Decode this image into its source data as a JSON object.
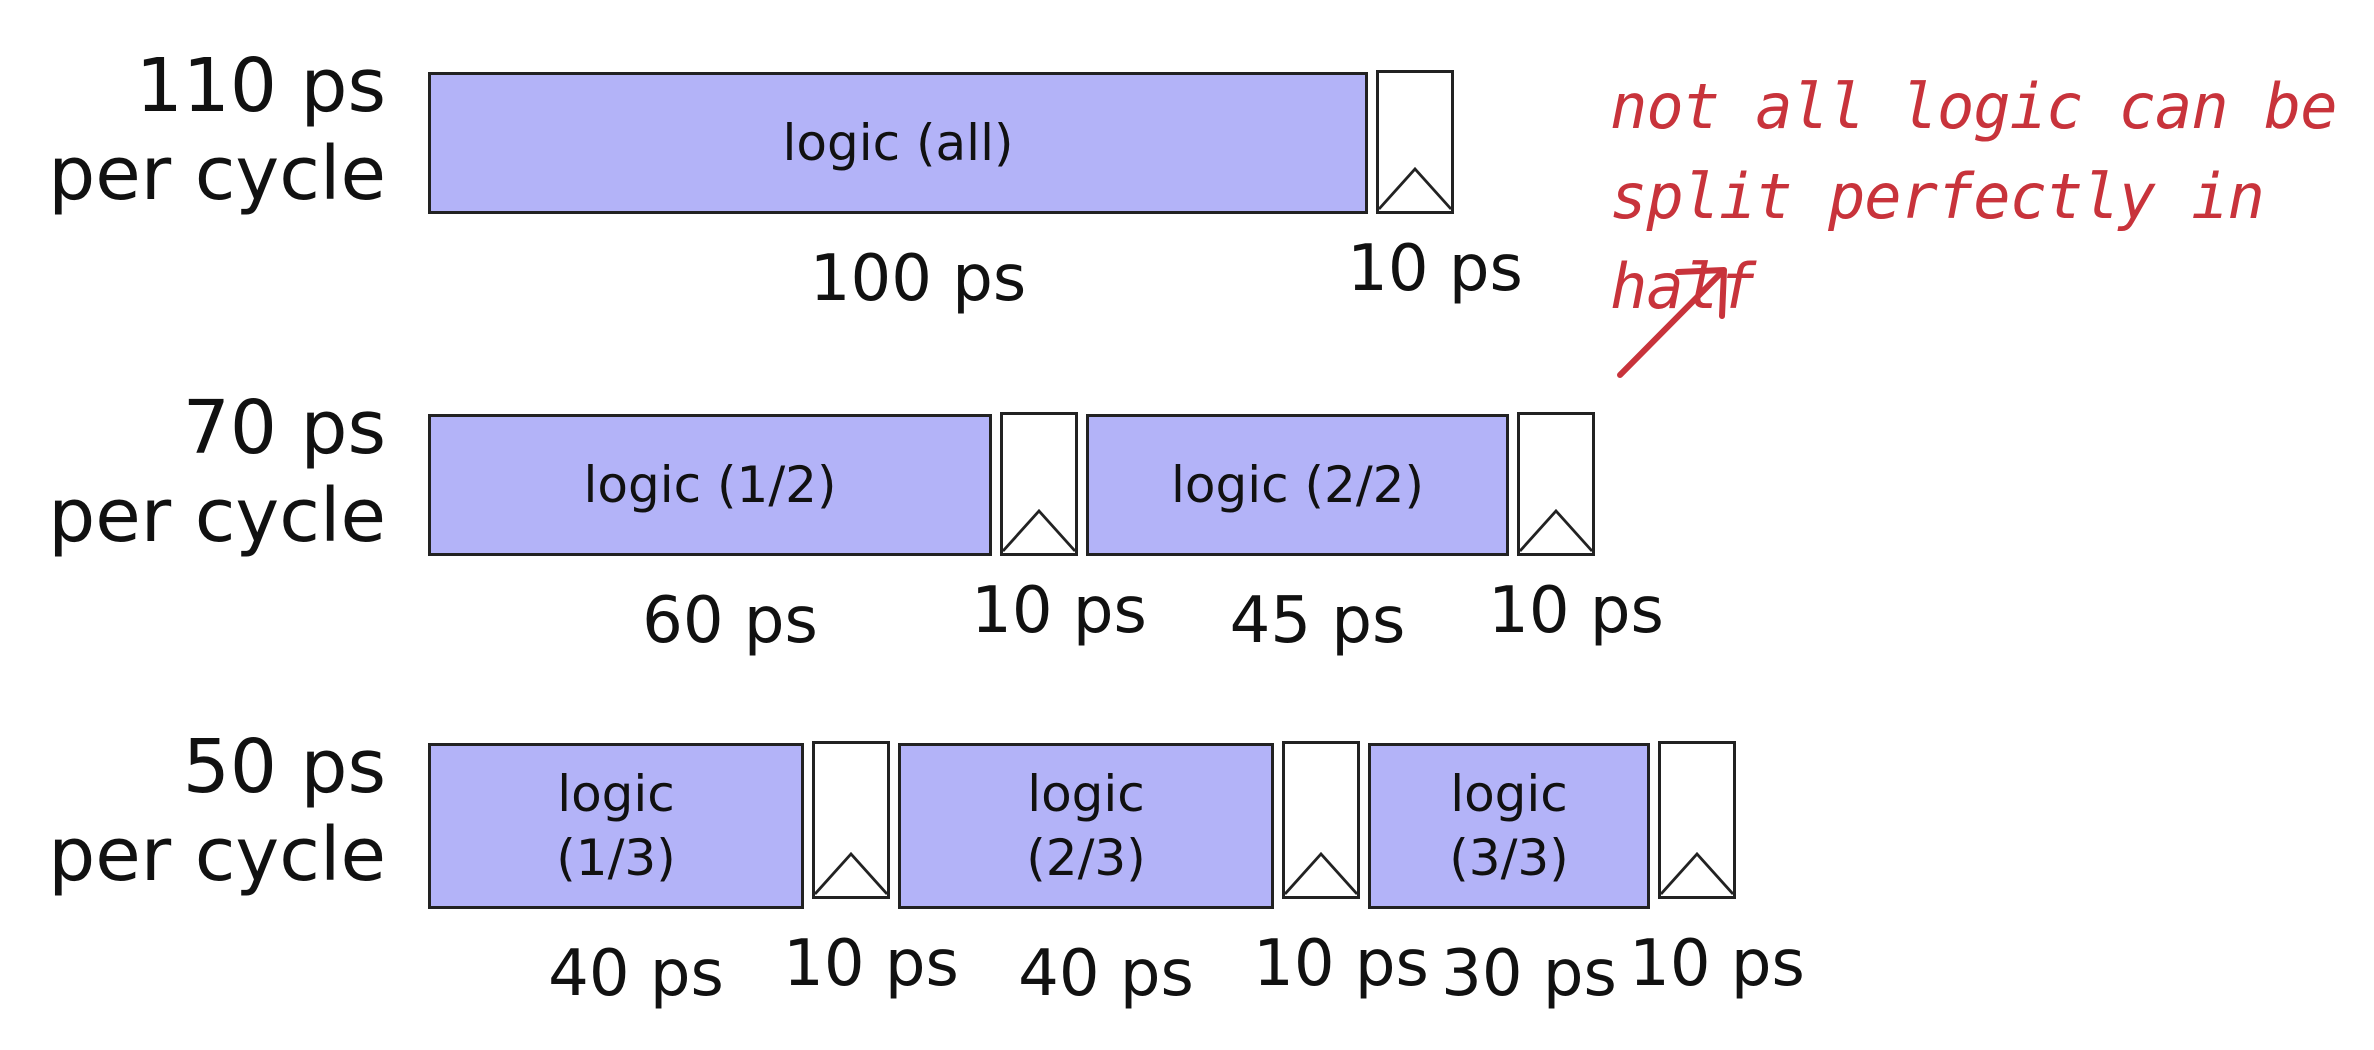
{
  "colors": {
    "logic_fill": "#b3b3f8",
    "outline": "#222222",
    "annotation": "#c8333b"
  },
  "rows": [
    {
      "cycle_value": "110 ps",
      "cycle_unit": "per cycle",
      "stages": [
        {
          "label": "logic (all)",
          "logic_delay": "100 ps",
          "logic_ps": 100,
          "latch_delay": "10 ps",
          "latch_ps": 10
        }
      ]
    },
    {
      "cycle_value": "70 ps",
      "cycle_unit": "per cycle",
      "stages": [
        {
          "label": "logic (1/2)",
          "logic_delay": "60 ps",
          "logic_ps": 60,
          "latch_delay": "10 ps",
          "latch_ps": 10
        },
        {
          "label": "logic (2/2)",
          "logic_delay": "45 ps",
          "logic_ps": 45,
          "latch_delay": "10 ps",
          "latch_ps": 10
        }
      ]
    },
    {
      "cycle_value": "50 ps",
      "cycle_unit": "per cycle",
      "stages": [
        {
          "label": "logic\n(1/3)",
          "logic_delay": "40 ps",
          "logic_ps": 40,
          "latch_delay": "10 ps",
          "latch_ps": 10
        },
        {
          "label": "logic\n(2/3)",
          "logic_delay": "40 ps",
          "logic_ps": 40,
          "latch_delay": "10 ps",
          "latch_ps": 10
        },
        {
          "label": "logic\n(3/3)",
          "logic_delay": "30 ps",
          "logic_ps": 30,
          "latch_delay": "10 ps",
          "latch_ps": 10
        }
      ]
    }
  ],
  "annotation": {
    "text": "not all logic can be split perfectly in half",
    "icon": "arrow-up-right-icon"
  }
}
